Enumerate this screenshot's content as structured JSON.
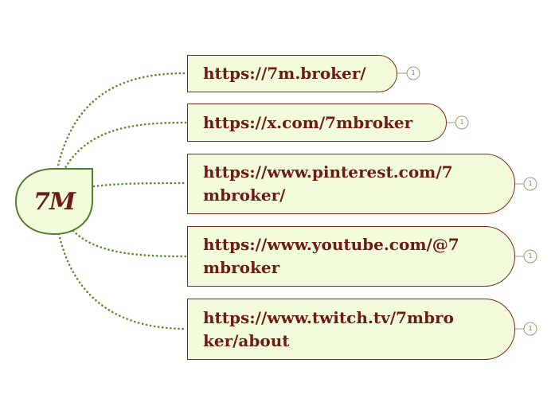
{
  "root": {
    "label": "7M"
  },
  "topics": [
    {
      "lines": [
        "https://7m.broker/"
      ],
      "badge": "1"
    },
    {
      "lines": [
        "https://x.com/7mbroker"
      ],
      "badge": "1"
    },
    {
      "lines": [
        "https://www.pinterest.com/7",
        "mbroker/"
      ],
      "badge": "1"
    },
    {
      "lines": [
        "https://www.youtube.com/@7",
        "mbroker"
      ],
      "badge": "1"
    },
    {
      "lines": [
        "https://www.twitch.tv/7mbro",
        "ker/about"
      ],
      "badge": "1"
    }
  ],
  "colors": {
    "node_fill": "#f2fbdc",
    "node_border": "#7b2a1c",
    "text": "#6e1b12",
    "connector": "#5a8a2a",
    "root_border": "#4f7f2c",
    "badge": "#8ca86e"
  }
}
